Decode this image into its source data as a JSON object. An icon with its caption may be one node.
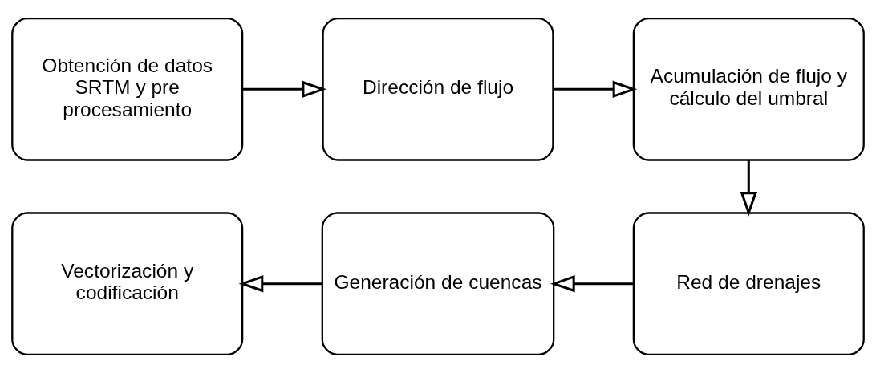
{
  "diagram": {
    "nodes": [
      {
        "text": [
          "Obtención de datos SRTM y pre procesamiento"
        ]
      },
      {
        "text": [
          "Dirección de flujo"
        ]
      },
      {
        "text": [
          "Acumulación de flujo y cálculo del umbral"
        ]
      },
      {
        "text": [
          "Vectorización y codificación"
        ]
      },
      {
        "text": [
          "Generación de cuencas"
        ]
      },
      {
        "text": [
          "Red de drenajes"
        ]
      }
    ],
    "edges": [
      {
        "from": 0,
        "to": 1,
        "arrow": "to"
      },
      {
        "from": 1,
        "to": 2,
        "arrow": "to"
      },
      {
        "from": 2,
        "to": 5,
        "arrow": "to"
      },
      {
        "from": 5,
        "to": 4,
        "arrow": "to"
      },
      {
        "from": 4,
        "to": 3,
        "arrow": "to"
      }
    ]
  }
}
